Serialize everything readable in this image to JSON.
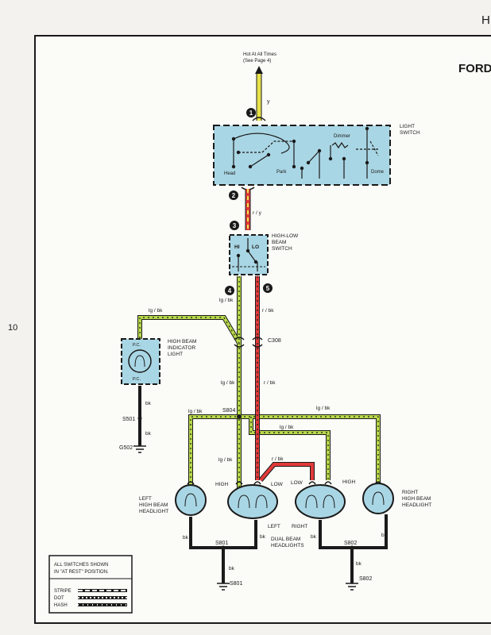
{
  "page": {
    "corner_mark": "H",
    "brand": "FORD",
    "page_number": "10"
  },
  "source": {
    "line1": "Hot At All Times",
    "line2": "(See Page 4)",
    "wire": "y"
  },
  "light_switch": {
    "title1": "LIGHT",
    "title2": "SWITCH",
    "head": "Head",
    "park": "Park",
    "dimmer": "Dimmer",
    "dome": "Dome"
  },
  "callouts": [
    "1",
    "2",
    "3",
    "4",
    "5"
  ],
  "dimmer_switch": {
    "title1": "HIGH-LOW",
    "title2": "BEAM",
    "title3": "SWITCH",
    "hi": "HI",
    "lo": "LO"
  },
  "wires": {
    "r_y": "r / y",
    "lg_bk": "lg / bk",
    "r_bk": "r / bk",
    "bk": "bk"
  },
  "connectors": {
    "c308": "C308",
    "s804": "S804",
    "s501": "S501",
    "g502": "G502",
    "s801": "S801",
    "s802": "S802"
  },
  "indicator": {
    "title1": "HIGH BEAM",
    "title2": "INDICATOR",
    "title3": "LIGHT",
    "pc": "P.C."
  },
  "headlights": {
    "left1": "LEFT",
    "left2": "HIGH BEAM",
    "left3": "HEADLIGHT",
    "right1": "RIGHT",
    "right2": "HIGH BEAM",
    "right3": "HEADLIGHT",
    "high": "HIGH",
    "low": "LOW",
    "left": "LEFT",
    "right": "RIGHT",
    "dual1": "DUAL BEAM",
    "dual2": "HEADLIGHTS"
  },
  "legend": {
    "note1": "ALL SWITCHES SHOWN",
    "note2": "IN \"AT REST\" POSITION.",
    "stripe": "STRIPE",
    "dot": "DOT",
    "hash": "HASH"
  },
  "colors": {
    "yellow_wire": "#e8e24a",
    "red_wire": "#e23a3a",
    "green_wire": "#b8d94a",
    "component_fill": "#a9d6e4",
    "line": "#1a1a1a"
  }
}
